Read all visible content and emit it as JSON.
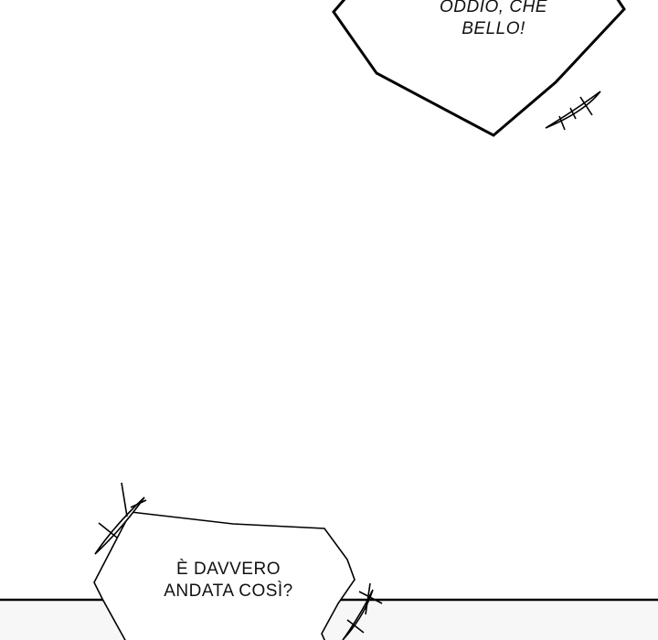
{
  "bubbles": [
    {
      "lines": [
        "ODDIO, CHE",
        "BELLO!"
      ]
    },
    {
      "lines": [
        "È DAVVERO",
        "ANDATA COSÌ?"
      ]
    }
  ]
}
